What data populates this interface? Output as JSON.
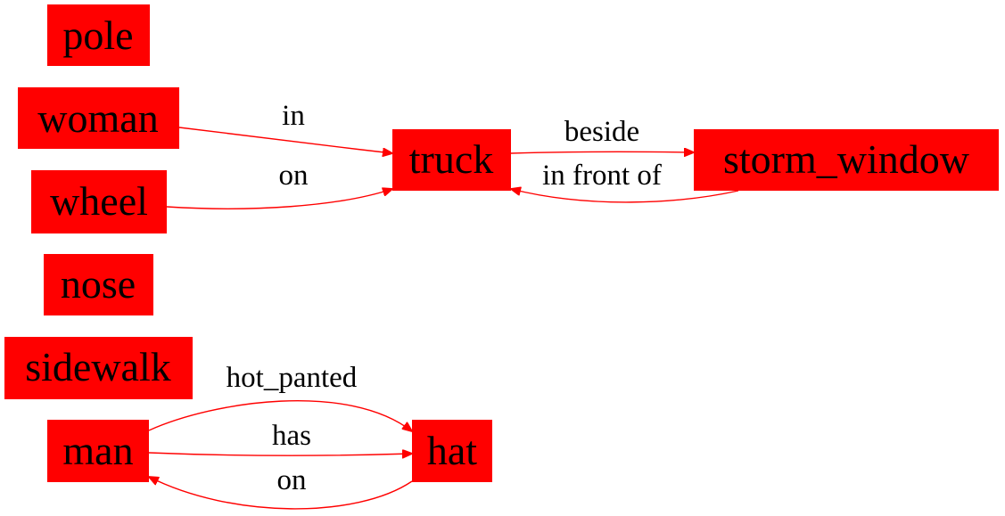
{
  "graph": {
    "node_color": "#ff0000",
    "edge_color": "#ff0000",
    "text_color": "#000000",
    "nodes": {
      "pole": "pole",
      "woman": "woman",
      "wheel": "wheel",
      "nose": "nose",
      "sidewalk": "sidewalk",
      "man": "man",
      "truck": "truck",
      "storm_window": "storm_window",
      "hat": "hat"
    },
    "edges": [
      {
        "from": "woman",
        "to": "truck",
        "label": "in"
      },
      {
        "from": "wheel",
        "to": "truck",
        "label": "on"
      },
      {
        "from": "truck",
        "to": "storm_window",
        "label": "beside"
      },
      {
        "from": "storm_window",
        "to": "truck",
        "label": "in front of"
      },
      {
        "from": "man",
        "to": "hat",
        "label": "hot_panted"
      },
      {
        "from": "man",
        "to": "hat",
        "label": "has"
      },
      {
        "from": "hat",
        "to": "man",
        "label": "on"
      }
    ]
  }
}
